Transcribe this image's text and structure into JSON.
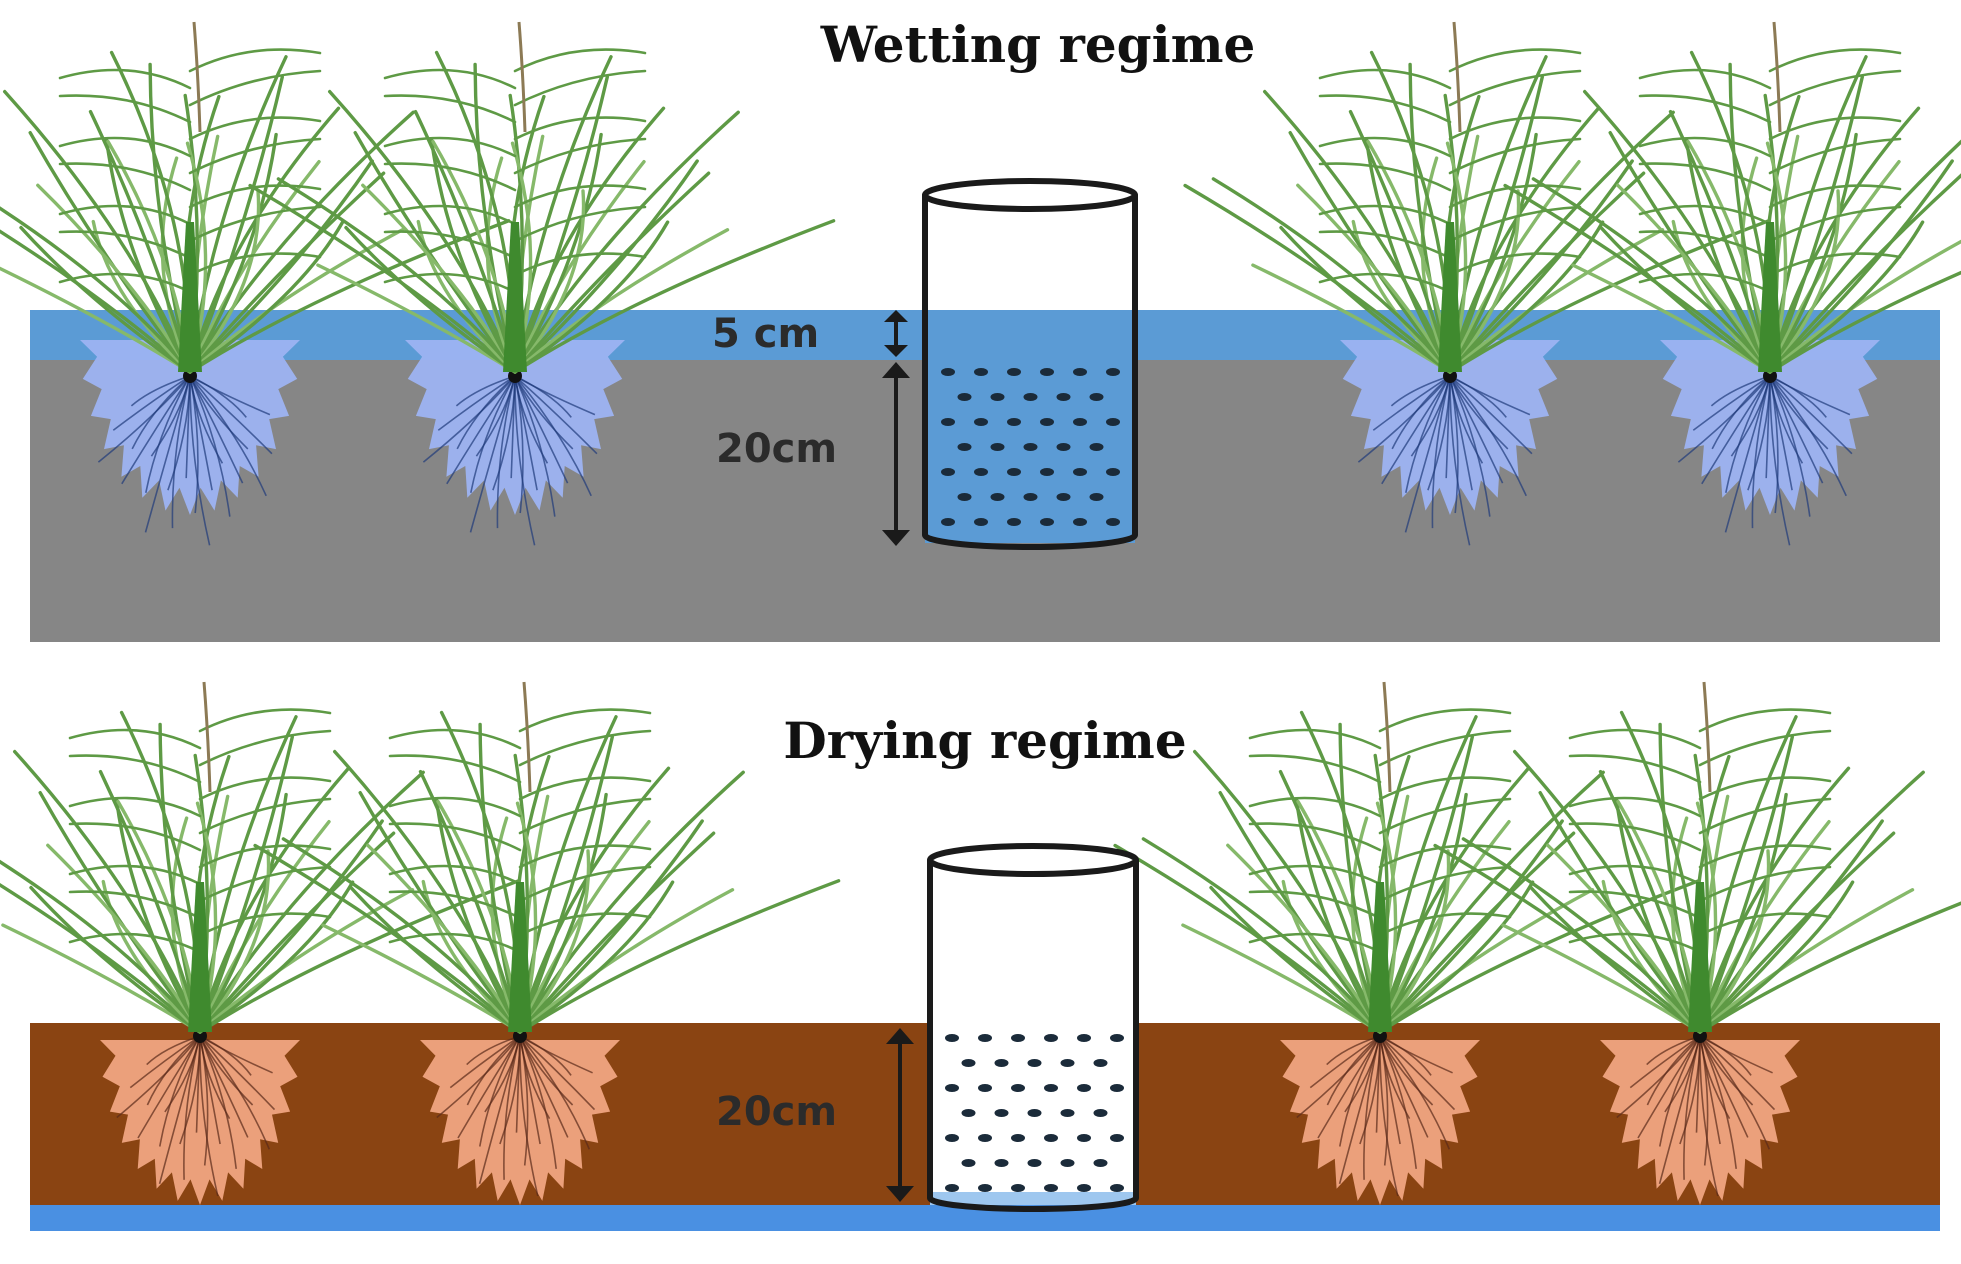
{
  "panels": [
    {
      "key": "wet",
      "title": "Wetting regime",
      "water_label": "5 cm",
      "depth_label": "20cm",
      "soil_color": "#868686",
      "root_color": "#9db3f2",
      "root_dark": "#1f3a7a",
      "water_color": "#5b9bd5"
    },
    {
      "key": "dry",
      "title": "Drying regime",
      "depth_label": "20cm",
      "soil_color": "#8a4412",
      "root_color": "#f0a582",
      "root_dark": "#5a2a1a",
      "water_color": "#4a90e2"
    }
  ],
  "colors": {
    "leaf": "#5e9a45",
    "leaf_light": "#86b96a",
    "stem": "#3f8a2e",
    "tube_outline": "#1a1a1a",
    "tube_water": "#5b9bd5",
    "dot": "#1b2b3a",
    "arrow": "#1a1a1a"
  },
  "icons": [
    "rice-plant-icon",
    "water-tube-icon",
    "dimension-arrow-icon"
  ]
}
